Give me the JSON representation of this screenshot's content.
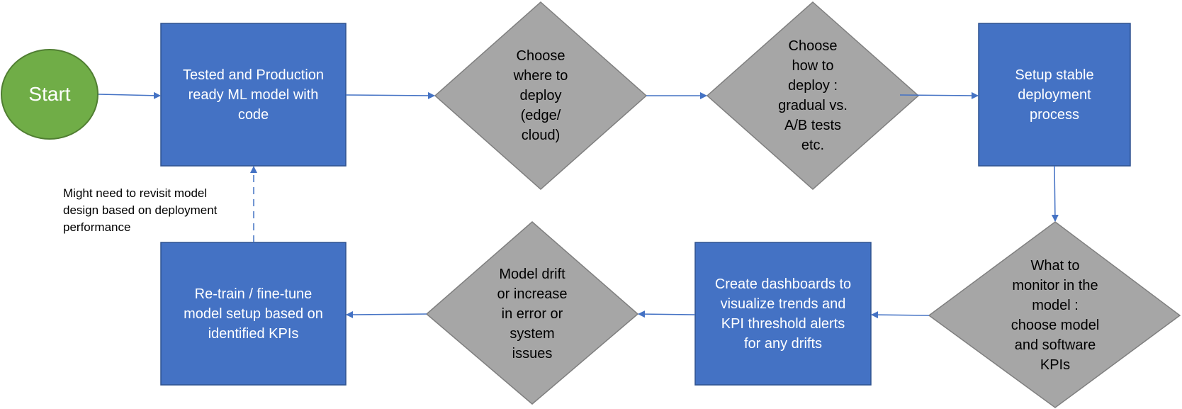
{
  "colors": {
    "start_fill": "#70ad47",
    "process_fill": "#4472c4",
    "decision_fill": "#a6a6a6",
    "connector": "#4472c4"
  },
  "nodes": {
    "start": "Start",
    "tested_model": "Tested and Production\nready ML model with\ncode",
    "where_deploy": "Choose\nwhere to\ndeploy\n(edge/\ncloud)",
    "how_deploy": "Choose\nhow to\ndeploy :\ngradual vs.\nA/B tests\netc.",
    "stable_process": "Setup stable\ndeployment\nprocess",
    "what_monitor": "What to\nmonitor in the\nmodel :\n choose model\nand software\nKPIs",
    "dashboards": "Create dashboards to\nvisualize trends and\nKPI threshold alerts\nfor any drifts",
    "model_drift": "Model drift\nor increase\nin error or\nsystem\nissues",
    "retrain": "Re-train / fine-tune\nmodel setup based on\nidentified KPIs"
  },
  "annotations": {
    "revisit_note": "Might need to revisit model\ndesign based on deployment\nperformance"
  }
}
